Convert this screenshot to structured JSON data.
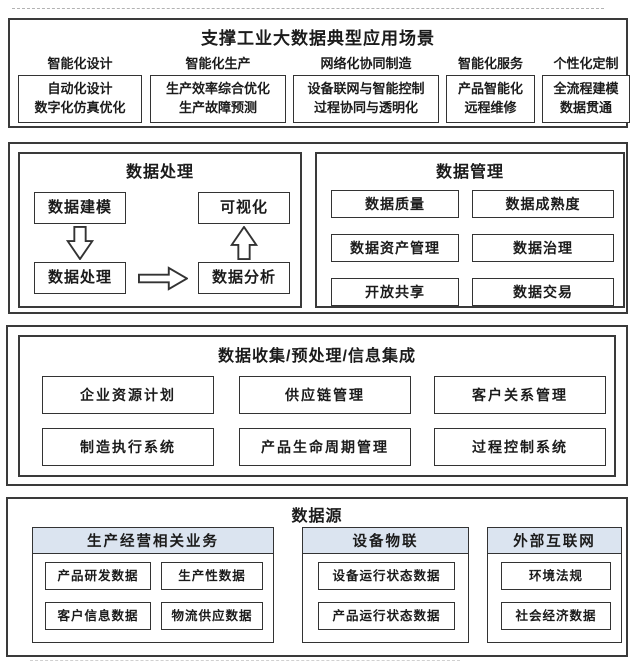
{
  "colors": {
    "border": "#3a3a3a",
    "text": "#1b1b1b",
    "group_header_bg": "#dbe4f0",
    "background": "#ffffff"
  },
  "icons": {
    "arrow_down": "⇩",
    "arrow_up": "⇧",
    "arrow_right": "⇨"
  },
  "top_scenarios": {
    "title": "支撑工业大数据典型应用场景",
    "columns": [
      {
        "header": "智能化设计",
        "lines": [
          "自动化设计",
          "数字化仿真优化"
        ]
      },
      {
        "header": "智能化生产",
        "lines": [
          "生产效率综合优化",
          "生产故障预测"
        ]
      },
      {
        "header": "网络化协同制造",
        "lines": [
          "设备联网与智能控制",
          "过程协同与透明化"
        ]
      },
      {
        "header": "智能化服务",
        "lines": [
          "产品智能化",
          "远程维修"
        ]
      },
      {
        "header": "个性化定制",
        "lines": [
          "全流程建模",
          "数据贯通"
        ]
      }
    ]
  },
  "data_processing": {
    "title": "数据处理",
    "nodes": {
      "modeling": "数据建模",
      "visualization": "可视化",
      "processing": "数据处理",
      "analysis": "数据分析"
    }
  },
  "data_management": {
    "title": "数据管理",
    "items": [
      "数据质量",
      "数据成熟度",
      "数据资产管理",
      "数据治理",
      "开放共享",
      "数据交易"
    ]
  },
  "data_collection": {
    "title": "数据收集/预处理/信息集成",
    "items": [
      "企业资源计划",
      "供应链管理",
      "客户关系管理",
      "制造执行系统",
      "产品生命周期管理",
      "过程控制系统"
    ]
  },
  "data_sources": {
    "title": "数据源",
    "groups": [
      {
        "title": "生产经营相关业务",
        "items": [
          "产品研发数据",
          "生产性数据",
          "客户信息数据",
          "物流供应数据"
        ]
      },
      {
        "title": "设备物联",
        "items": [
          "设备运行状态数据",
          "产品运行状态数据"
        ]
      },
      {
        "title": "外部互联网",
        "items": [
          "环境法规",
          "社会经济数据"
        ]
      }
    ]
  }
}
